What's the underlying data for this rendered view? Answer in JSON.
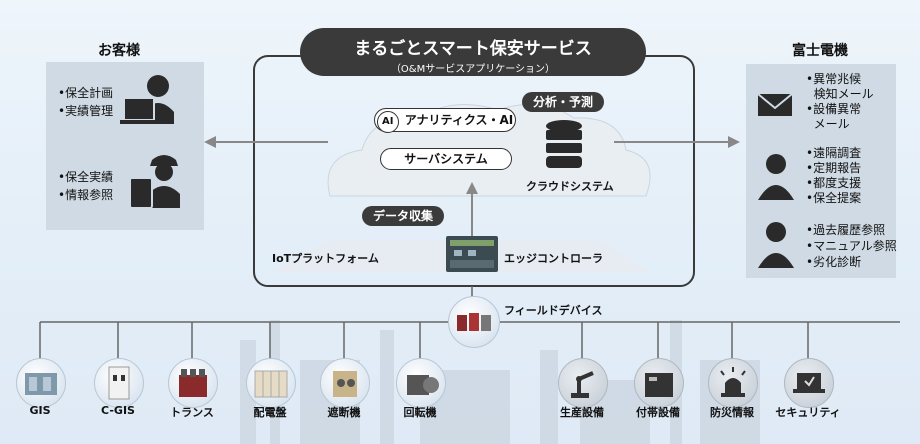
{
  "header": {
    "title": "まるごとスマート保安サービス",
    "subtitle": "（O&Mサービスアプリケーション）"
  },
  "customer": {
    "title": "お客様",
    "group1": [
      "保全計画",
      "実績管理"
    ],
    "group2": [
      "保全実績",
      "情報参照"
    ]
  },
  "fuji": {
    "title": "富士電機",
    "group1": [
      "異常兆候",
      "検知メール",
      "設備異常",
      "メール"
    ],
    "group2": [
      "遠隔調査",
      "定期報告",
      "都度支援",
      "保全提案"
    ],
    "group3": [
      "過去履歴参照",
      "マニュアル参照",
      "劣化診断"
    ]
  },
  "cloud": {
    "ai_badge": "AI",
    "analytics": "アナリティクス・AI",
    "server": "サーバシステム",
    "analysis_label": "分析・予測",
    "cloud_system": "クラウドシステム"
  },
  "iot": {
    "data_collect": "データ収集",
    "platform": "IoTプラットフォーム",
    "edge": "エッジコントローラ"
  },
  "field": {
    "label": "フィールドデバイス",
    "devices": [
      "GIS",
      "C-GIS",
      "トランス",
      "配電盤",
      "遮断機",
      "回転機"
    ],
    "facilities": [
      "生産設備",
      "付帯設備",
      "防災情報",
      "セキュリティ"
    ]
  }
}
